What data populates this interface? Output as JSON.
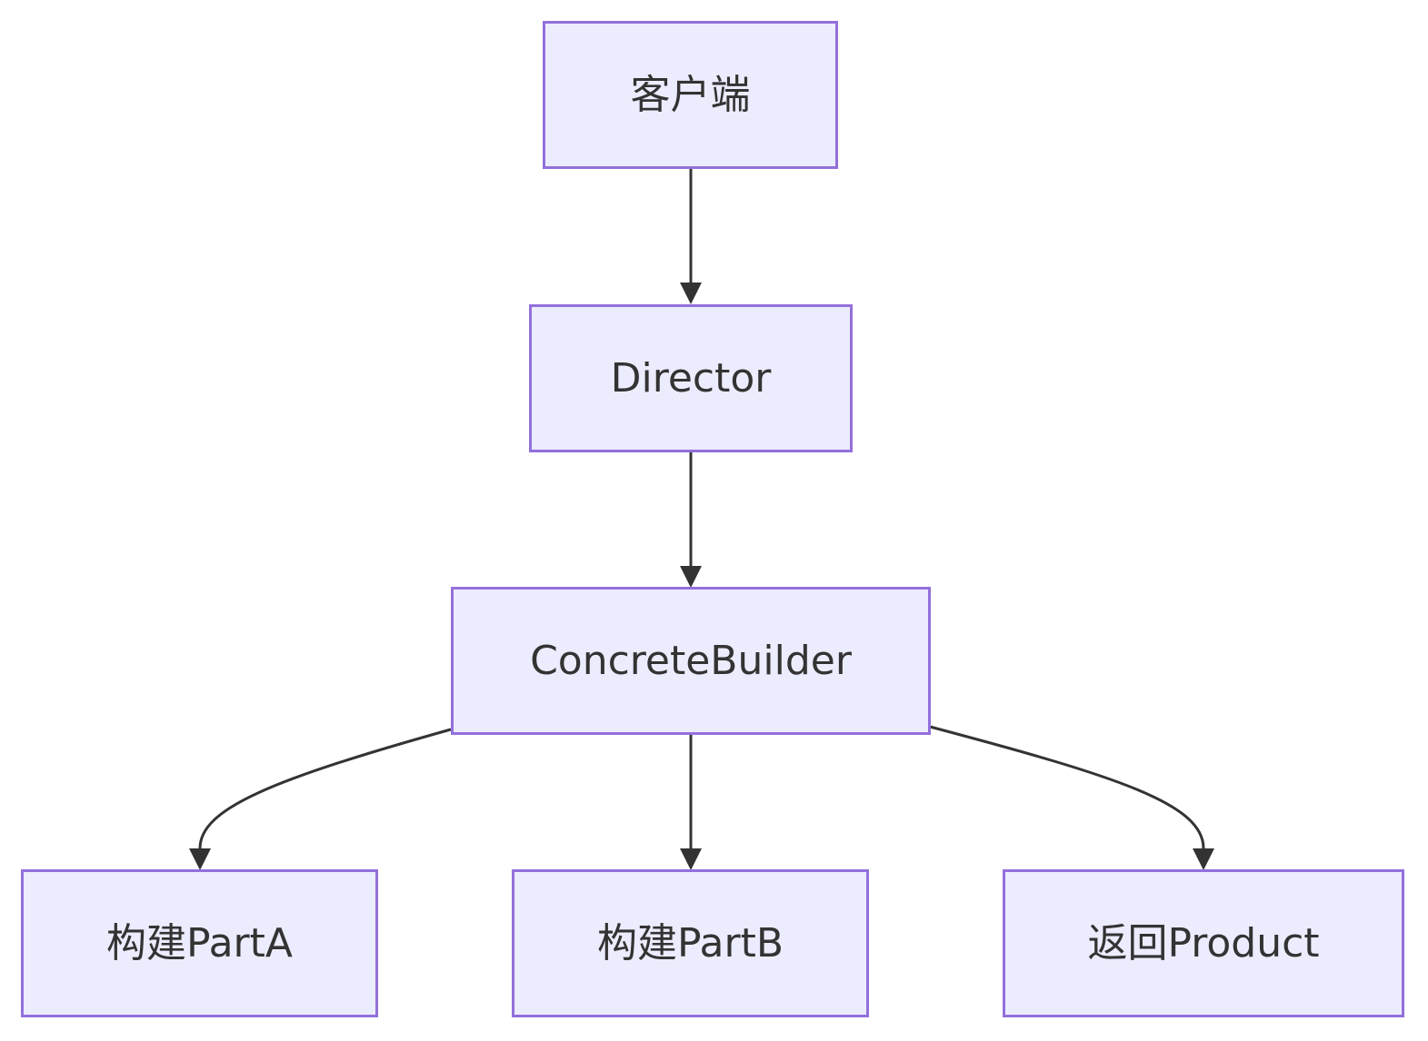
{
  "colors": {
    "node_fill": "#ececff",
    "node_border": "#9370db",
    "edge": "#333333",
    "text": "#333333"
  },
  "nodes": {
    "client": {
      "label": "客户端"
    },
    "director": {
      "label": "Director"
    },
    "builder": {
      "label": "ConcreteBuilder"
    },
    "part_a": {
      "label": "构建PartA"
    },
    "part_b": {
      "label": "构建PartB"
    },
    "product": {
      "label": "返回Product"
    }
  },
  "edges": [
    {
      "from": "client",
      "to": "director"
    },
    {
      "from": "director",
      "to": "builder"
    },
    {
      "from": "builder",
      "to": "part_a"
    },
    {
      "from": "builder",
      "to": "part_b"
    },
    {
      "from": "builder",
      "to": "product"
    }
  ]
}
